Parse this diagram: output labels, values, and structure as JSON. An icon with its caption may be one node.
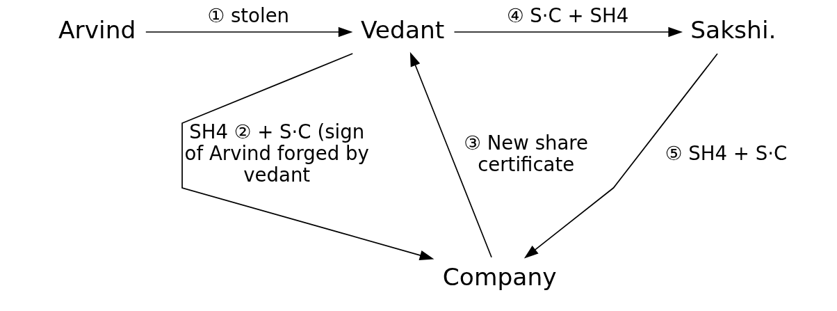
{
  "diagram": {
    "nodes": [
      {
        "text": [
          "Arvind"
        ]
      },
      {
        "text": [
          "Vedant"
        ]
      },
      {
        "text": [
          "Sakshi."
        ]
      },
      {
        "text": [
          "Company"
        ]
      }
    ],
    "edges": [
      {
        "from": 0,
        "to": 1,
        "arrow": "to",
        "label": "① stolen"
      },
      {
        "from": 1,
        "to": 2,
        "arrow": "to",
        "label": "④ S·C + SH4"
      },
      {
        "from": 1,
        "to": 3,
        "arrow": "to",
        "label": "SH4 ② + S·C (sign of Arvind forged by vedant"
      },
      {
        "from": 2,
        "to": 3,
        "arrow": "to",
        "label": "⑤ SH4 + S·C"
      },
      {
        "from": 3,
        "to": 1,
        "arrow": "to",
        "label": "③ New share certificate"
      }
    ]
  }
}
